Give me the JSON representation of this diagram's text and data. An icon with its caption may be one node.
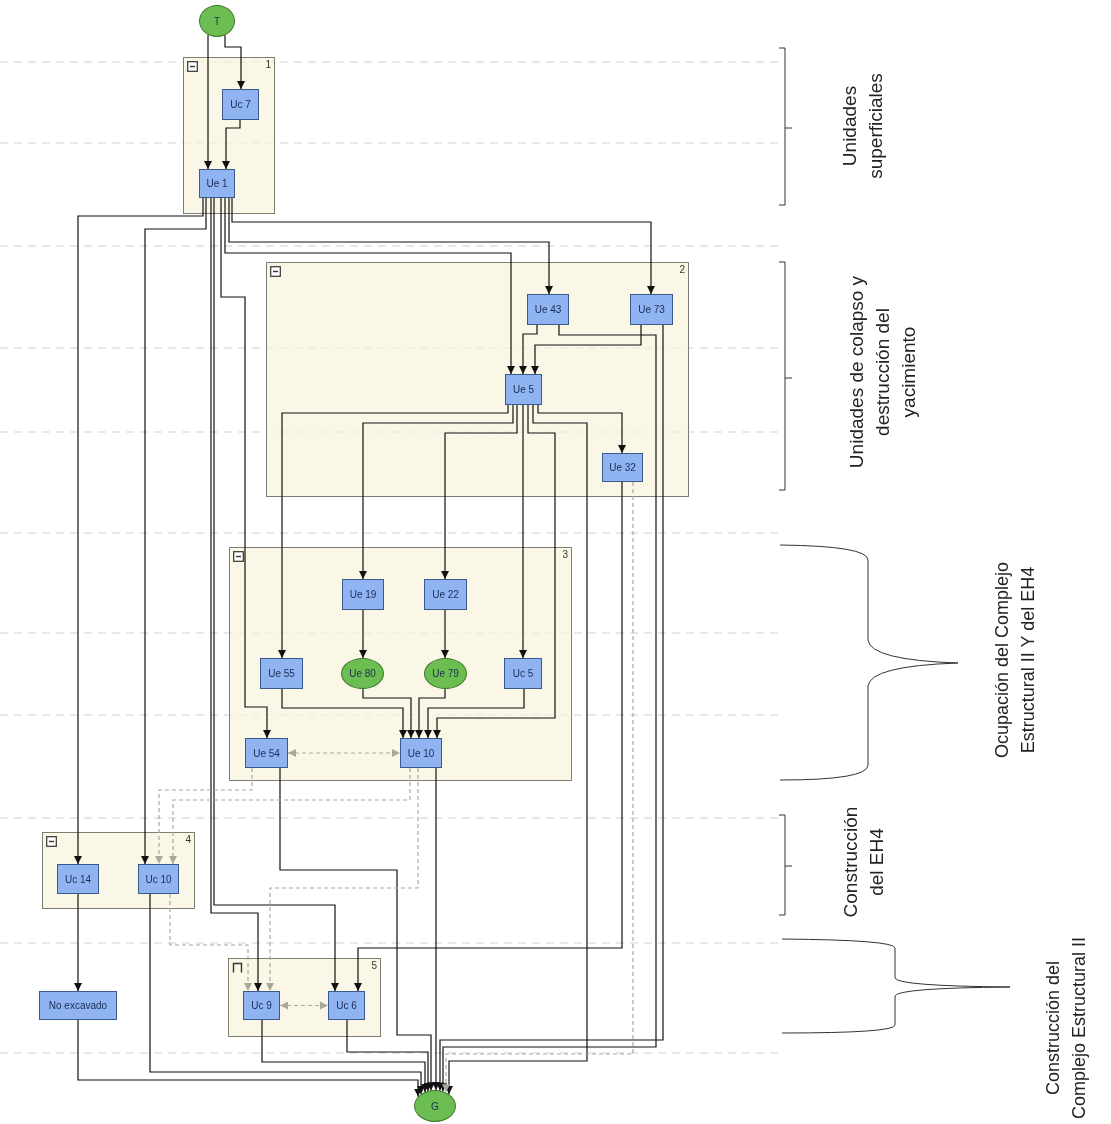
{
  "diagram": {
    "nodes": [
      {
        "text": [
          "T"
        ]
      },
      {
        "text": [
          "1"
        ]
      },
      {
        "text": [
          "Uc 7"
        ],
        "in": 1
      },
      {
        "text": [
          "Ue 1"
        ],
        "in": 1
      },
      {
        "text": [
          "2"
        ]
      },
      {
        "text": [
          "Ue 43"
        ],
        "in": 4
      },
      {
        "text": [
          "Ue 73"
        ],
        "in": 4
      },
      {
        "text": [
          "Ue 5"
        ],
        "in": 4
      },
      {
        "text": [
          "Ue 32"
        ],
        "in": 4
      },
      {
        "text": [
          "3"
        ]
      },
      {
        "text": [
          "Ue 19"
        ],
        "in": 9
      },
      {
        "text": [
          "Ue 22"
        ],
        "in": 9
      },
      {
        "text": [
          "Ue 55"
        ],
        "in": 9
      },
      {
        "text": [
          "Ue 80"
        ],
        "in": 9
      },
      {
        "text": [
          "Ue 79"
        ],
        "in": 9
      },
      {
        "text": [
          "Uc 5"
        ],
        "in": 9
      },
      {
        "text": [
          "Ue 54"
        ],
        "in": 9
      },
      {
        "text": [
          "Ue 10"
        ],
        "in": 9
      },
      {
        "text": [
          "4"
        ]
      },
      {
        "text": [
          "Uc 14"
        ],
        "in": 18
      },
      {
        "text": [
          "Uc 10"
        ],
        "in": 18
      },
      {
        "text": [
          "No excavado"
        ]
      },
      {
        "text": [
          "5"
        ]
      },
      {
        "text": [
          "Uc 9"
        ],
        "in": 22
      },
      {
        "text": [
          "Uc 6"
        ],
        "in": 22
      },
      {
        "text": [
          "G"
        ]
      }
    ],
    "edges": [
      {
        "from": 0,
        "to": 2,
        "arrow": "to"
      },
      {
        "from": 0,
        "to": 3,
        "arrow": "to"
      },
      {
        "from": 2,
        "to": 3,
        "arrow": "to"
      },
      {
        "from": 3,
        "to": 5,
        "arrow": "to"
      },
      {
        "from": 3,
        "to": 6,
        "arrow": "to"
      },
      {
        "from": 3,
        "to": 7,
        "arrow": "to"
      },
      {
        "from": 3,
        "to": 19,
        "arrow": "to"
      },
      {
        "from": 3,
        "to": 20,
        "arrow": "to"
      },
      {
        "from": 3,
        "to": 16,
        "arrow": "to"
      },
      {
        "from": 3,
        "to": 23,
        "arrow": "to"
      },
      {
        "from": 3,
        "to": 24,
        "arrow": "to"
      },
      {
        "from": 5,
        "to": 7,
        "arrow": "to"
      },
      {
        "from": 6,
        "to": 7,
        "arrow": "to"
      },
      {
        "from": 5,
        "to": 25,
        "arrow": "to"
      },
      {
        "from": 6,
        "to": 25,
        "arrow": "to"
      },
      {
        "from": 7,
        "to": 12,
        "arrow": "to"
      },
      {
        "from": 7,
        "to": 10,
        "arrow": "to"
      },
      {
        "from": 7,
        "to": 11,
        "arrow": "to"
      },
      {
        "from": 7,
        "to": 15,
        "arrow": "to"
      },
      {
        "from": 7,
        "to": 8,
        "arrow": "to"
      },
      {
        "from": 7,
        "to": 17,
        "arrow": "to"
      },
      {
        "from": 7,
        "to": 25,
        "arrow": "to"
      },
      {
        "from": 8,
        "to": 25,
        "arrow": "to",
        "style": "dashed",
        "color": "#a9a99b"
      },
      {
        "from": 10,
        "to": 13,
        "arrow": "to"
      },
      {
        "from": 11,
        "to": 14,
        "arrow": "to"
      },
      {
        "from": 12,
        "to": 17,
        "arrow": "to"
      },
      {
        "from": 13,
        "to": 17,
        "arrow": "to"
      },
      {
        "from": 14,
        "to": 17,
        "arrow": "to"
      },
      {
        "from": 15,
        "to": 17,
        "arrow": "to"
      },
      {
        "from": 16,
        "to": 17,
        "arrow": "both",
        "style": "dashed",
        "color": "#a9a99b"
      },
      {
        "from": 16,
        "to": 25,
        "arrow": "to"
      },
      {
        "from": 16,
        "to": 20,
        "arrow": "to",
        "style": "dashed",
        "color": "#a9a99b"
      },
      {
        "from": 17,
        "to": 20,
        "arrow": "to",
        "style": "dashed",
        "color": "#a9a99b"
      },
      {
        "from": 17,
        "to": 23,
        "arrow": "to",
        "style": "dashed",
        "color": "#a9a99b"
      },
      {
        "from": 17,
        "to": 25,
        "arrow": "to"
      },
      {
        "from": 19,
        "to": 21,
        "arrow": "to"
      },
      {
        "from": 21,
        "to": 25,
        "arrow": "to"
      },
      {
        "from": 20,
        "to": 25,
        "arrow": "to"
      },
      {
        "from": 23,
        "to": 25,
        "arrow": "to"
      },
      {
        "from": 24,
        "to": 25,
        "arrow": "to"
      },
      {
        "from": 23,
        "to": 24,
        "arrow": "both",
        "style": "dashed",
        "color": "#a9a99b"
      },
      {
        "from": 8,
        "to": 24,
        "arrow": "to"
      },
      {
        "from": 20,
        "to": 23,
        "arrow": "to",
        "style": "dashed",
        "color": "#a9a99b"
      }
    ],
    "labels": [
      "Unidades superficiales",
      "Unidades de colapso y destrucción del yacimiento",
      "Ocupación del Complejo Estructural II Y del EH4",
      "Construcción del EH4",
      "Construcción del Complejo Estructural II"
    ]
  }
}
